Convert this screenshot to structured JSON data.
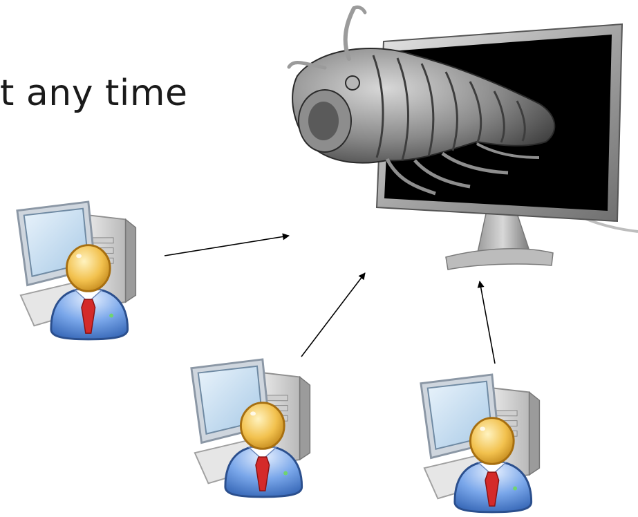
{
  "caption": {
    "text": "t any time"
  },
  "diagram": {
    "nodes": [
      {
        "id": "server",
        "kind": "monitor-with-creature",
        "icon": "server-monitor-icon"
      },
      {
        "id": "user-left",
        "kind": "user-workstation",
        "icon": "user-computer-icon"
      },
      {
        "id": "user-middle",
        "kind": "user-workstation",
        "icon": "user-computer-icon"
      },
      {
        "id": "user-right",
        "kind": "user-workstation",
        "icon": "user-computer-icon"
      }
    ],
    "edges": [
      {
        "from": "user-left",
        "to": "server"
      },
      {
        "from": "user-middle",
        "to": "server"
      },
      {
        "from": "user-right",
        "to": "server"
      }
    ]
  },
  "colors": {
    "arrow": "#000000",
    "screen_black": "#000000",
    "monitor_frame": "#a9a9a9",
    "user_head": "#f2c14e",
    "user_body": "#6a9be0",
    "tie": "#d42a2a"
  }
}
